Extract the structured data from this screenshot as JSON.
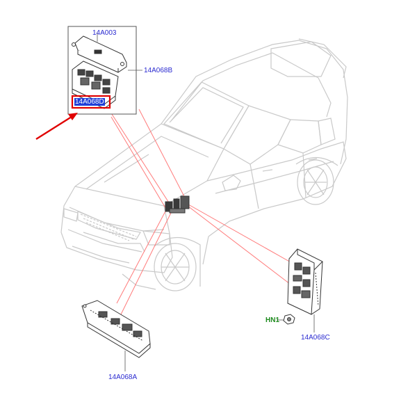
{
  "labels": {
    "top_cover": "14A003",
    "top_box": "14A068B",
    "top_highlight": "14A068D",
    "left_module": "14A068A",
    "right_module": "14A068C",
    "nut": "HN1"
  },
  "colors": {
    "label_blue": "#2a2ad0",
    "label_green": "#1d8a1d",
    "highlight_fill": "#1f3fd9",
    "highlight_box": "#e00000",
    "arrow": "#e00000",
    "leader": "#ff7a7a",
    "vehicle_outline": "#c9c9c9",
    "part_outline": "#333333"
  }
}
